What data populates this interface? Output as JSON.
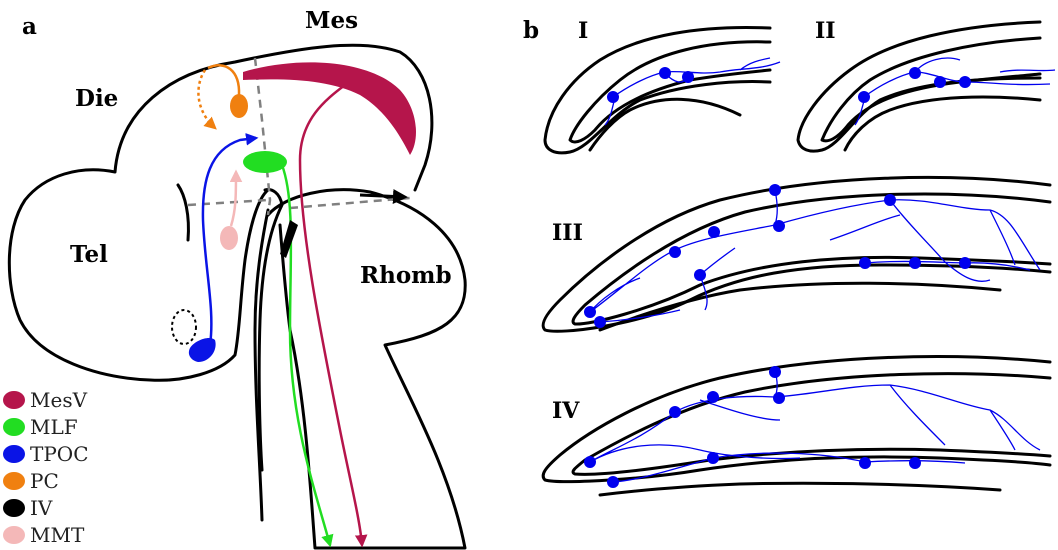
{
  "panels": {
    "a": "a",
    "b": "b"
  },
  "regions": {
    "mes": "Mes",
    "die": "Die",
    "tel": "Tel",
    "rhomb": "Rhomb"
  },
  "stages": [
    "I",
    "II",
    "III",
    "IV"
  ],
  "legend": [
    {
      "label": "MesV",
      "color": "#b5154b"
    },
    {
      "label": "MLF",
      "color": "#22dd22"
    },
    {
      "label": "TPOC",
      "color": "#0a14e6"
    },
    {
      "label": "PC",
      "color": "#f08010"
    },
    {
      "label": "IV",
      "color": "#000000"
    },
    {
      "label": "MMT",
      "color": "#f4b8b8"
    }
  ]
}
